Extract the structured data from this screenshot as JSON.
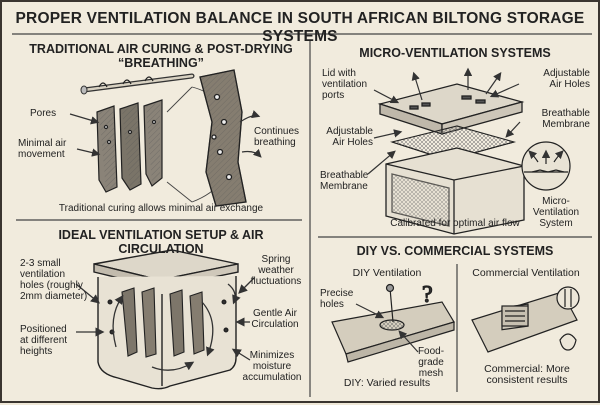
{
  "title": "PROPER VENTILATION BALANCE IN SOUTH AFRICAN BILTONG STORAGE SYSTEMS",
  "panel1": {
    "heading_line1": "TRADITIONAL AIR CURING & POST-DRYING",
    "heading_line2": "“BREATHING”",
    "label_pores": "Pores",
    "label_minimal_air": "Minimal air movement",
    "label_continues": "Continues breathing",
    "caption": "Traditional curing allows minimal air exchange"
  },
  "panel2": {
    "heading": "MICRO-VENTILATION SYSTEMS",
    "label_lid": "Lid with ventilation ports",
    "label_adjustable_top": "Adjustable Air Holes",
    "label_adjustable_left": "Adjustable Air Holes",
    "label_membrane_right": "Breathable Membrane",
    "label_membrane_left": "Breathable Membrane",
    "label_micro": "Micro-Ventilation System",
    "caption": "Calibrated for optimal air flow"
  },
  "panel3": {
    "heading": "IDEAL VENTILATION SETUP & AIR CIRCULATION",
    "label_holes": "2-3 small ventilation holes (roughly 2mm diameter)",
    "label_positioned": "Positioned at different heights",
    "label_spring": "Spring weather fluctuations",
    "label_gentle": "Gentle Air Circulation",
    "label_minimizes": "Minimizes moisture accumulation"
  },
  "panel4": {
    "heading": "DIY VS. COMMERCIAL SYSTEMS",
    "diy_title": "DIY Ventilation",
    "commercial_title": "Commercial Ventilation",
    "label_precise": "Precise holes",
    "label_mesh": "Food-grade mesh",
    "diy_caption": "DIY: Varied results",
    "commercial_caption": "Commercial: More consistent results"
  }
}
